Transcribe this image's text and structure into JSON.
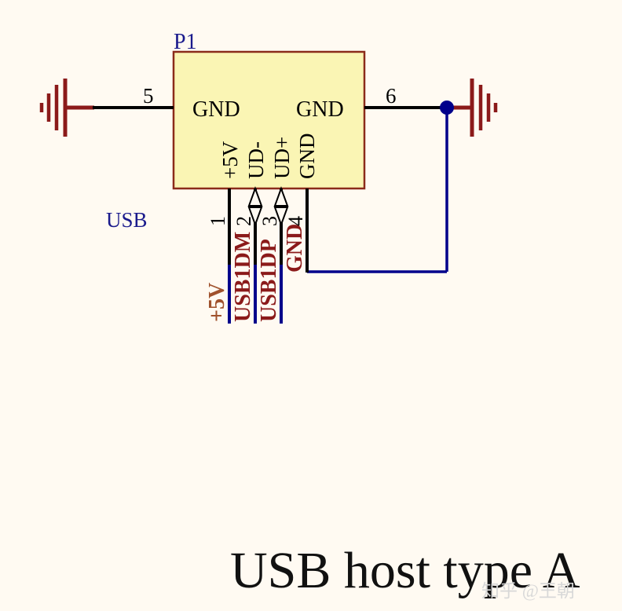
{
  "diagram": {
    "title": "USB host type A",
    "background_color": "#fffaf2",
    "component": {
      "designator": "P1",
      "designator_color": "#1a1a8c",
      "body_fill": "#faf5b4",
      "body_stroke": "#8b2b1a",
      "group_label": "USB",
      "group_label_color": "#1a1a8c"
    },
    "inner_pin_names": {
      "left_gnd": "GND",
      "right_gnd": "GND",
      "p5v": "+5V",
      "udm": "UD-",
      "udp": "UD+",
      "gnd_bottom": "GND"
    },
    "pins": [
      {
        "number": "1",
        "inner_name": "+5V",
        "net": "+5V",
        "net_color": "#a0522d",
        "wire_color": "#00008b",
        "marker": "none"
      },
      {
        "number": "2",
        "inner_name": "UD-",
        "net": "USB1DM",
        "net_color": "#8b1a1a",
        "wire_color": "#00008b",
        "marker": "bidirectional"
      },
      {
        "number": "3",
        "inner_name": "UD+",
        "net": "USB1DP",
        "net_color": "#8b1a1a",
        "wire_color": "#00008b",
        "marker": "bidirectional"
      },
      {
        "number": "4",
        "inner_name": "GND",
        "net": "GND",
        "net_color": "#8b1a1a",
        "wire_color": "#00008b",
        "marker": "none"
      },
      {
        "number": "5",
        "inner_name": "GND",
        "net": "",
        "net_color": "#8b1a1a",
        "wire_color": "#000000",
        "marker": "none"
      },
      {
        "number": "6",
        "inner_name": "GND",
        "net": "",
        "net_color": "#8b1a1a",
        "wire_color": "#000000",
        "marker": "none"
      }
    ],
    "symbols": {
      "ground_left": "ground-symbol",
      "ground_right": "ground-symbol",
      "ground_color": "#8b1a1a",
      "junction_color": "#00008b"
    },
    "wire_colors": {
      "black": "#000000",
      "blue": "#00008b",
      "dark_red": "#8b1a1a"
    },
    "watermark": "知乎 @王朝"
  }
}
